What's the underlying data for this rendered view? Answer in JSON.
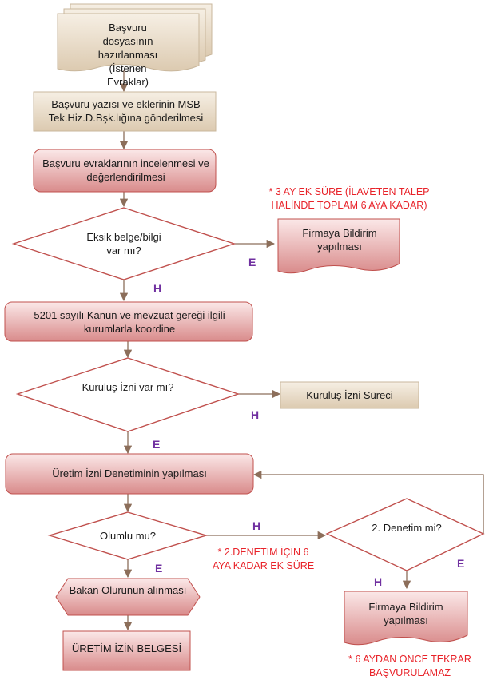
{
  "colors": {
    "tan_fill_top": "#f6efe4",
    "tan_fill_bottom": "#dccab0",
    "pink_fill_top": "#fbe7e7",
    "pink_fill_bottom": "#d88a8a",
    "diamond_stroke": "#c0504d",
    "connector": "#8c6e5a",
    "yes_no_label": "#7030a0",
    "note_text": "#e8232a"
  },
  "nodes": {
    "application_docs": "Başvuru dosyasının hazırlanması (İstenen Evraklar)",
    "submit_to_msb": "Başvuru yazısı ve eklerinin MSB Tek.Hiz.D.Bşk.lığına gönderilmesi",
    "review_docs": "Başvuru evraklarının incelenmesi ve değerlendirilmesi",
    "missing_docs_question": "Eksik belge/bilgi var mı?",
    "notify_firm_1": "Firmaya Bildirim yapılması",
    "coordination": "5201 sayılı Kanun ve mevzuat gereği ilgili kurumlarla koordine",
    "permit_question": "Kuruluş İzni var mı?",
    "permit_process": "Kuruluş İzni Süreci",
    "production_audit": "Üretim İzni Denetiminin yapılması",
    "positive_question": "Olumlu mu?",
    "second_audit_question": "2. Denetim mi?",
    "minister_approval": "Bakan Olurunun alınması",
    "notify_firm_2": "Firmaya Bildirim yapılması",
    "production_certificate": "ÜRETİM İZİN BELGESİ"
  },
  "labels": {
    "e_missing": "E",
    "h_missing": "H",
    "h_permit": "H",
    "e_permit": "E",
    "h_positive": "H",
    "e_positive": "E",
    "e_second": "E",
    "h_second": "H"
  },
  "notes": {
    "extra_time_3_months": "* 3 AY EK SÜRE (İLAVETEN TALEP HALİNDE TOPLAM 6 AYA KADAR)",
    "second_audit_extra": "* 2.DENETİM İÇİN 6 AYA KADAR EK SÜRE",
    "no_reapply": "* 6 AYDAN ÖNCE TEKRAR BAŞVURULAMAZ"
  }
}
